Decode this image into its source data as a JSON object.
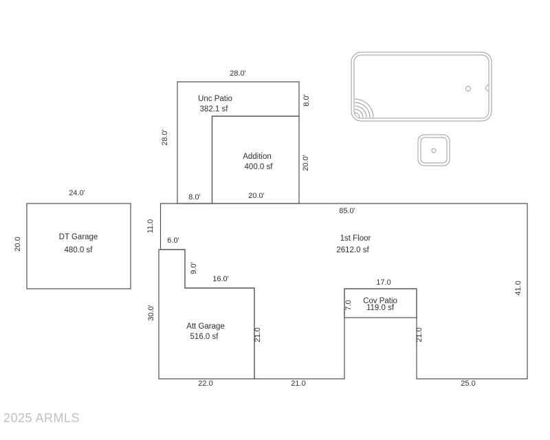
{
  "watermark": "2025 ARMLS",
  "colors": {
    "plan_line": "#4d4d4d",
    "pool_line": "#9a9a9a",
    "text": "#2e2e2e",
    "watermark": "#b0b0b0"
  },
  "rooms": {
    "unc_patio": {
      "name": "Unc Patio",
      "area": "382.1 sf"
    },
    "addition": {
      "name": "Addition",
      "area": "400.0 sf"
    },
    "dt_garage": {
      "name": "DT Garage",
      "area": "480.0 sf"
    },
    "first_floor": {
      "name": "1st Floor",
      "area": "2612.0 sf"
    },
    "att_garage": {
      "name": "Att Garage",
      "area": "516.0 sf"
    },
    "cov_patio": {
      "name": "Cov Patio",
      "area": "119.0 sf"
    }
  },
  "dims": {
    "unc_top": "28.0'",
    "unc_left": "28.0'",
    "unc_right": "8.0'",
    "unc_bottom": "8.0'",
    "addition_right": "20.0'",
    "addition_bottom": "20.0'",
    "dtg_top": "24.0'",
    "dtg_left": "20.0",
    "ff_top": "85.0'",
    "ff_left": "11.0",
    "ff_step": "6.0'",
    "ff_right": "41.0",
    "att_step": "9.0'",
    "att_top": "16.0'",
    "att_left": "30.0'",
    "att_right": "21.0",
    "cov_top": "17.0",
    "cov_left": "7.0",
    "cov_right": "21.0",
    "bottom_attgarage": "22.0",
    "bottom_mid": "21.0",
    "bottom_right": "25.0"
  }
}
